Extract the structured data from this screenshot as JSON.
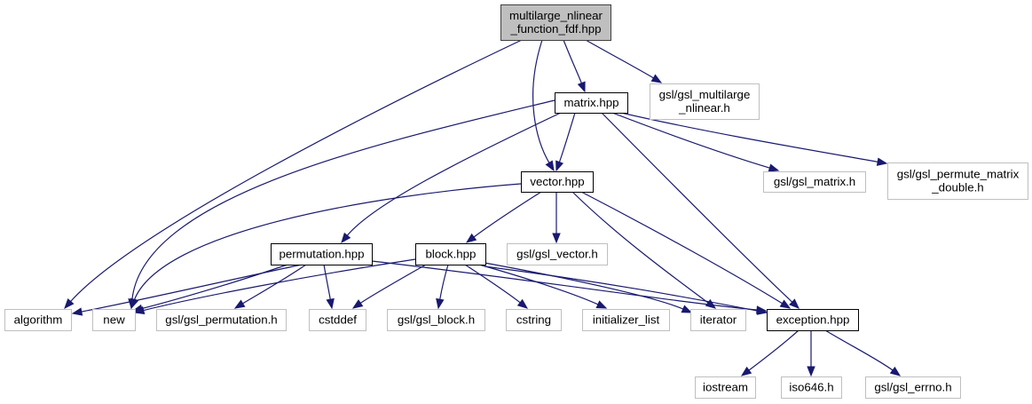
{
  "diagram": {
    "type": "include-dependency-graph",
    "colors": {
      "edge": "#191970",
      "root_fill": "#bfbfbf",
      "root_border": "#404040",
      "internal_fill": "#ffffff",
      "internal_border": "#000000",
      "external_fill": "#ffffff",
      "external_border": "#bfbfbf"
    },
    "nodes": [
      {
        "id": "root",
        "kind": "root",
        "lines": [
          "multilarge_nlinear",
          "_function_fdf.hpp"
        ]
      },
      {
        "id": "matrix",
        "kind": "internal",
        "lines": [
          "matrix.hpp"
        ]
      },
      {
        "id": "gsl_multilarge_nlinear",
        "kind": "external",
        "lines": [
          "gsl/gsl_multilarge",
          "_nlinear.h"
        ]
      },
      {
        "id": "vector",
        "kind": "internal",
        "lines": [
          "vector.hpp"
        ]
      },
      {
        "id": "gsl_matrix",
        "kind": "external",
        "lines": [
          "gsl/gsl_matrix.h"
        ]
      },
      {
        "id": "gsl_permute_matrix_double",
        "kind": "external",
        "lines": [
          "gsl/gsl_permute_matrix",
          "_double.h"
        ]
      },
      {
        "id": "permutation",
        "kind": "internal",
        "lines": [
          "permutation.hpp"
        ]
      },
      {
        "id": "block",
        "kind": "internal",
        "lines": [
          "block.hpp"
        ]
      },
      {
        "id": "gsl_vector",
        "kind": "external",
        "lines": [
          "gsl/gsl_vector.h"
        ]
      },
      {
        "id": "algorithm",
        "kind": "external",
        "lines": [
          "algorithm"
        ]
      },
      {
        "id": "new",
        "kind": "external",
        "lines": [
          "new"
        ]
      },
      {
        "id": "gsl_permutation",
        "kind": "external",
        "lines": [
          "gsl/gsl_permutation.h"
        ]
      },
      {
        "id": "cstddef",
        "kind": "external",
        "lines": [
          "cstddef"
        ]
      },
      {
        "id": "gsl_block",
        "kind": "external",
        "lines": [
          "gsl/gsl_block.h"
        ]
      },
      {
        "id": "cstring",
        "kind": "external",
        "lines": [
          "cstring"
        ]
      },
      {
        "id": "initializer_list",
        "kind": "external",
        "lines": [
          "initializer_list"
        ]
      },
      {
        "id": "iterator",
        "kind": "external",
        "lines": [
          "iterator"
        ]
      },
      {
        "id": "exception",
        "kind": "internal",
        "lines": [
          "exception.hpp"
        ]
      },
      {
        "id": "iostream",
        "kind": "external",
        "lines": [
          "iostream"
        ]
      },
      {
        "id": "iso646",
        "kind": "external",
        "lines": [
          "iso646.h"
        ]
      },
      {
        "id": "gsl_errno",
        "kind": "external",
        "lines": [
          "gsl/gsl_errno.h"
        ]
      }
    ],
    "edges": [
      {
        "from": "root",
        "to": "algorithm"
      },
      {
        "from": "root",
        "to": "vector"
      },
      {
        "from": "root",
        "to": "matrix"
      },
      {
        "from": "root",
        "to": "gsl_multilarge_nlinear"
      },
      {
        "from": "matrix",
        "to": "new"
      },
      {
        "from": "matrix",
        "to": "permutation"
      },
      {
        "from": "matrix",
        "to": "vector"
      },
      {
        "from": "matrix",
        "to": "exception"
      },
      {
        "from": "matrix",
        "to": "gsl_matrix"
      },
      {
        "from": "matrix",
        "to": "gsl_permute_matrix_double"
      },
      {
        "from": "vector",
        "to": "new"
      },
      {
        "from": "vector",
        "to": "block"
      },
      {
        "from": "vector",
        "to": "gsl_vector"
      },
      {
        "from": "vector",
        "to": "iterator"
      },
      {
        "from": "vector",
        "to": "exception"
      },
      {
        "from": "permutation",
        "to": "algorithm"
      },
      {
        "from": "permutation",
        "to": "new"
      },
      {
        "from": "permutation",
        "to": "gsl_permutation"
      },
      {
        "from": "permutation",
        "to": "cstddef"
      },
      {
        "from": "permutation",
        "to": "exception"
      },
      {
        "from": "block",
        "to": "new"
      },
      {
        "from": "block",
        "to": "cstddef"
      },
      {
        "from": "block",
        "to": "gsl_block"
      },
      {
        "from": "block",
        "to": "cstring"
      },
      {
        "from": "block",
        "to": "initializer_list"
      },
      {
        "from": "block",
        "to": "iterator"
      },
      {
        "from": "block",
        "to": "exception"
      },
      {
        "from": "exception",
        "to": "iostream"
      },
      {
        "from": "exception",
        "to": "iso646"
      },
      {
        "from": "exception",
        "to": "gsl_errno"
      }
    ]
  }
}
